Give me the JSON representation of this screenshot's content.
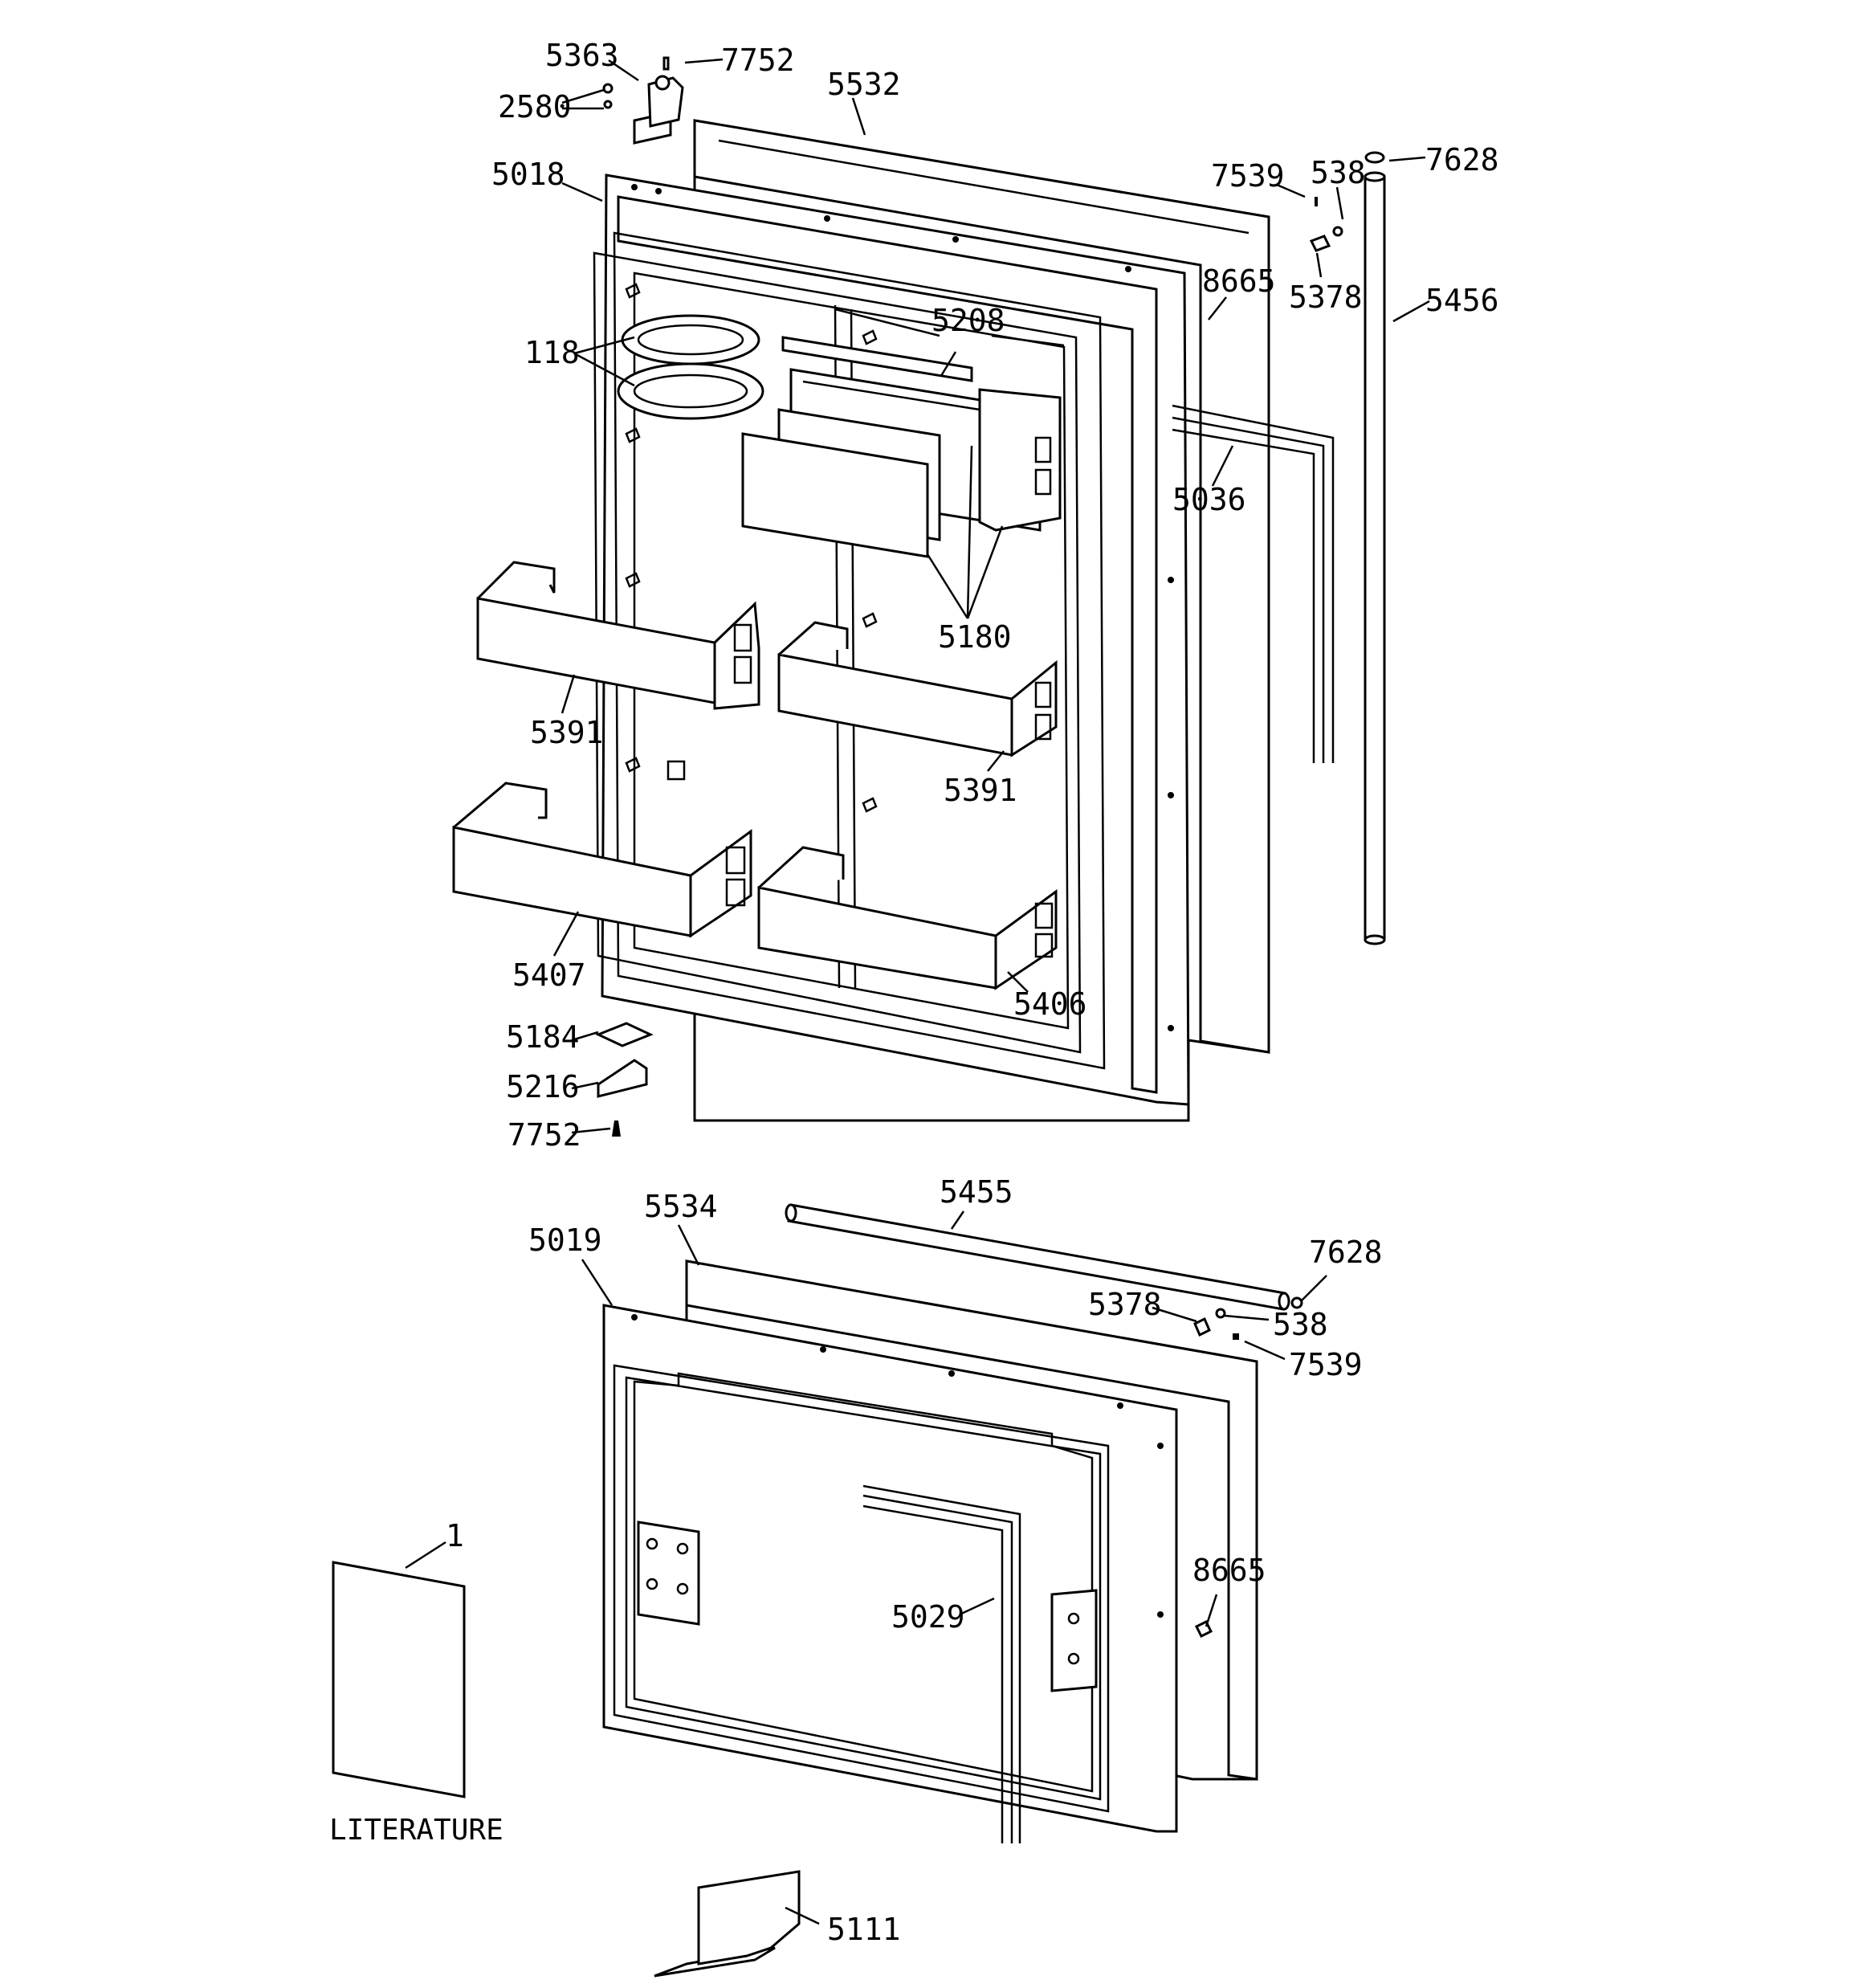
{
  "labels": {
    "p5363": "5363",
    "p7752_top": "7752",
    "p2580": "2580",
    "p5532": "5532",
    "p5018": "5018",
    "p7539_top": "7539",
    "p538_top": "538",
    "p7628_top": "7628",
    "p8665_top": "8665",
    "p5378_top": "5378",
    "p5456": "5456",
    "p118": "118",
    "p5208": "5208",
    "p5036": "5036",
    "p5180": "5180",
    "p5391_left": "5391",
    "p5391_right": "5391",
    "p5407": "5407",
    "p5406": "5406",
    "p5184": "5184",
    "p5216": "5216",
    "p7752_bottom": "7752",
    "p5455": "5455",
    "p5534": "5534",
    "p5019": "5019",
    "p7628_bottom": "7628",
    "p5378_bottom": "5378",
    "p538_bottom": "538",
    "p7539_bottom": "7539",
    "p1": "1",
    "p8665_bottom": "8665",
    "p5029": "5029",
    "p5111": "5111",
    "literature": "LITERATURE"
  }
}
